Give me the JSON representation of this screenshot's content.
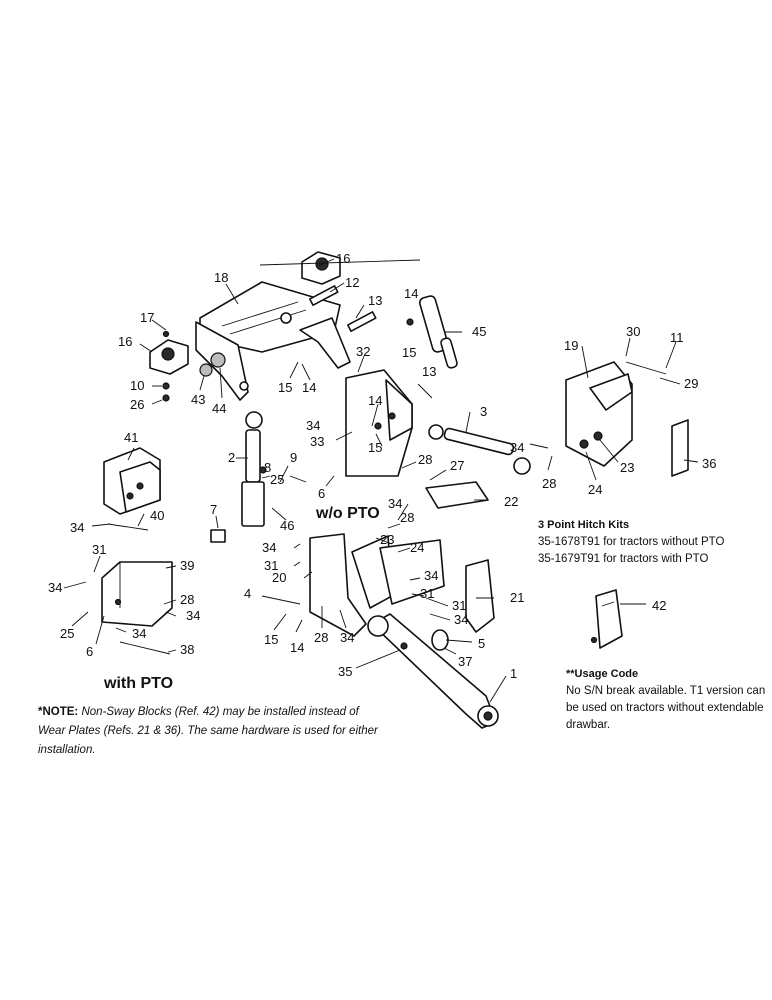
{
  "diagram": {
    "callouts": {
      "c1": "1",
      "c2": "2",
      "c3": "3",
      "c4": "4",
      "c5": "5",
      "c6a": "6",
      "c6b": "6",
      "c7": "7",
      "c8": "8",
      "c9": "9",
      "c10": "10",
      "c11": "11",
      "c12": "12",
      "c13a": "13",
      "c13b": "13",
      "c14a": "14",
      "c14b": "14",
      "c14c": "14",
      "c14d": "14",
      "c15a": "15",
      "c15b": "15",
      "c15c": "15",
      "c15d": "15",
      "c16a": "16",
      "c16b": "16",
      "c17": "17",
      "c18": "18",
      "c19": "19",
      "c20": "20",
      "c21": "21",
      "c22": "22",
      "c23a": "23",
      "c23b": "23",
      "c24a": "24",
      "c24b": "24",
      "c25a": "25",
      "c25b": "25",
      "c26": "26",
      "c27": "27",
      "c28a": "28",
      "c28b": "28",
      "c28c": "28",
      "c28d": "28",
      "c28e": "28",
      "c29": "29",
      "c30": "30",
      "c31a": "31",
      "c31b": "31",
      "c31c": "31",
      "c31d": "31",
      "c32": "32",
      "c33": "33",
      "c34a": "34",
      "c34b": "34",
      "c34c": "34",
      "c34d": "34",
      "c34e": "34",
      "c34f": "34",
      "c34g": "34",
      "c34h": "34",
      "c34i": "34",
      "c34j": "34",
      "c34k": "34",
      "c35": "35",
      "c36": "36",
      "c37": "37",
      "c38": "38",
      "c39": "39",
      "c40": "40",
      "c41": "41",
      "c42": "42",
      "c43": "43",
      "c44": "44",
      "c45": "45",
      "c46": "46"
    },
    "label_without_pto": "w/o PTO",
    "label_with_pto": "with PTO"
  },
  "note": {
    "prefix": "*NOTE:",
    "body": "Non-Sway Blocks (Ref. 42) may be installed instead of Wear Plates (Refs. 21 & 36). The same hardware is used for either installation."
  },
  "kits": {
    "title": "3 Point Hitch Kits",
    "line1": "35-1678T91 for tractors without PTO",
    "line2": "35-1679T91 for tractors with PTO"
  },
  "usage": {
    "title": "**Usage Code",
    "body": "No S/N break available. T1 version can be used on tractors without extendable drawbar."
  }
}
